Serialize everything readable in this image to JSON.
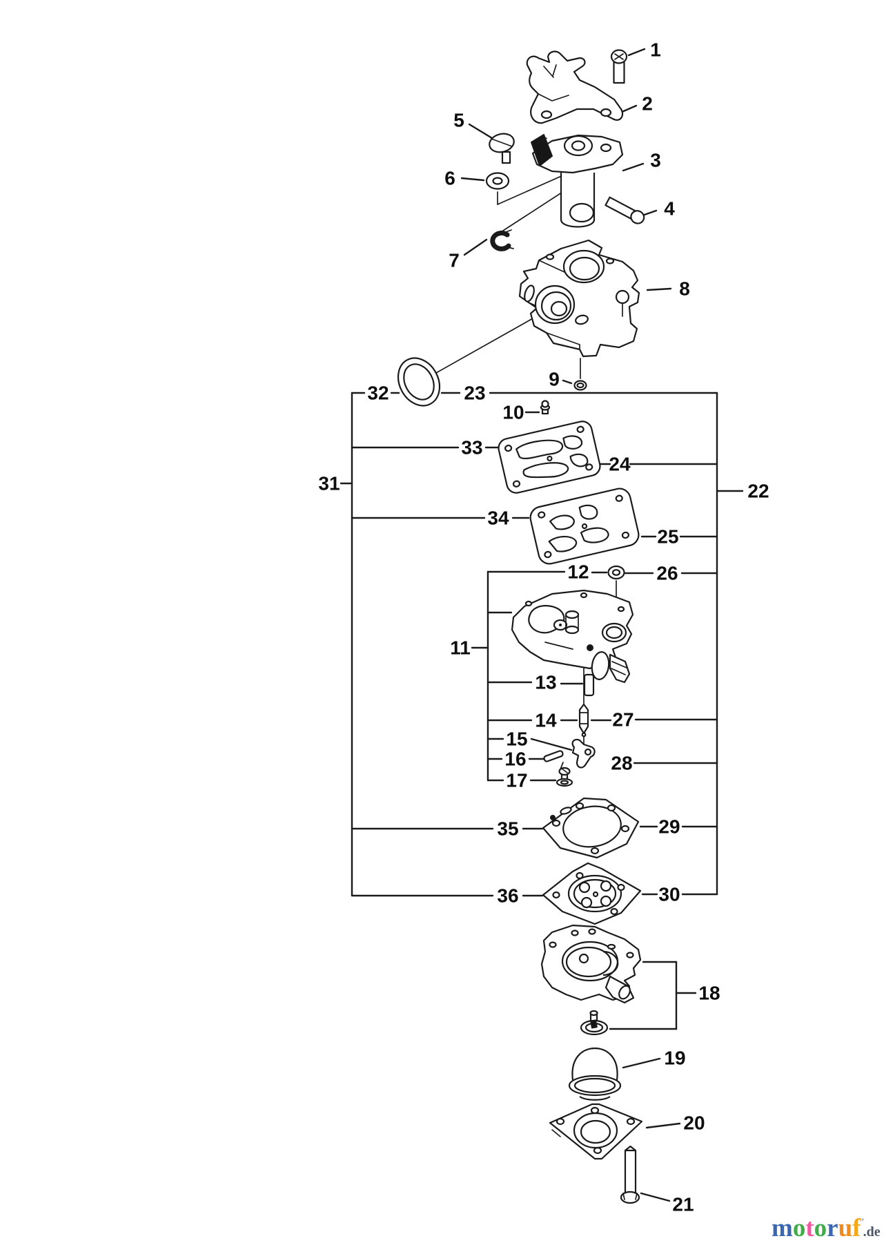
{
  "callouts": {
    "c1": "1",
    "c2": "2",
    "c3": "3",
    "c4": "4",
    "c5": "5",
    "c6": "6",
    "c7": "7",
    "c8": "8",
    "c9": "9",
    "c10": "10",
    "c11": "11",
    "c12": "12",
    "c13": "13",
    "c14": "14",
    "c15": "15",
    "c16": "16",
    "c17": "17",
    "c18": "18",
    "c19": "19",
    "c20": "20",
    "c21": "21",
    "c22": "22",
    "c23": "23",
    "c24": "24",
    "c25": "25",
    "c26": "26",
    "c27": "27",
    "c28": "28",
    "c29": "29",
    "c30": "30",
    "c31": "31",
    "c32": "32",
    "c33": "33",
    "c34": "34",
    "c35": "35",
    "c36": "36"
  },
  "watermark": {
    "letters": [
      {
        "ch": "m",
        "color": "#3a67b1"
      },
      {
        "ch": "o",
        "color": "#3fae49"
      },
      {
        "ch": "t",
        "color": "#ef5b9e"
      },
      {
        "ch": "o",
        "color": "#3fae49"
      },
      {
        "ch": "r",
        "color": "#3a67b1"
      },
      {
        "ch": "u",
        "color": "#f08c1e"
      },
      {
        "ch": "f",
        "color": "#f6a81c"
      }
    ],
    "tick": "’’",
    "tick_color": "#b0b0b0",
    "suffix": ".de",
    "suffix_color": "#4a5668"
  },
  "colors": {
    "line": "#1a1a1a",
    "background": "#ffffff"
  }
}
